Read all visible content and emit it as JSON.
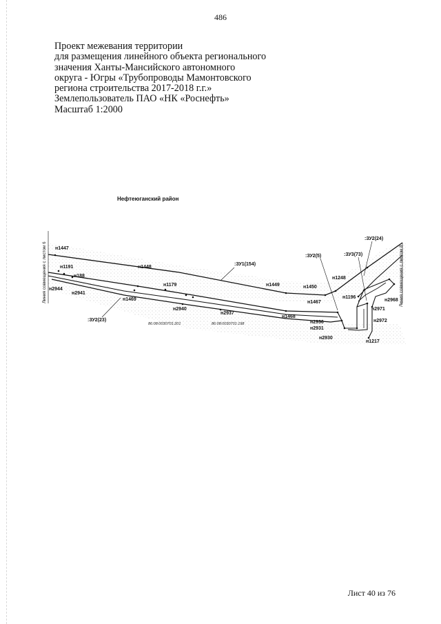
{
  "page_number": "486",
  "header": {
    "lines": [
      "Проект межевания территории",
      "для размещения линейного объекта регионального",
      "значения Ханты-Мансийского автономного",
      "округа - Югры «Трубопроводы Мамонтовского",
      "региона строительства 2017-2018 г.г.»",
      "Землепользователь ПАО «НК «Роснефть»",
      "Масштаб 1:2000"
    ]
  },
  "map": {
    "district": "Нефтеюганский район",
    "left_edge_label": "Линия совмещения с листом 6",
    "right_edge_label": "Линия совмещения с листом 8",
    "parcels": {
      "zu1_154": ":ЗУ1(154)",
      "zu2_23": ":ЗУ2(23)",
      "zu2_5": ":ЗУ2(5)",
      "zu3_73": ":ЗУ3(73)",
      "zu2_24": ":ЗУ2(24)"
    },
    "cadastral": {
      "c1": "86:08:0030701:201",
      "c2": "86:08:0030701:198"
    },
    "points": {
      "n1447": "н1447",
      "n1191": "н1191",
      "n188": "н188",
      "n2944": "н2944",
      "n2941": "н2941",
      "n1448": "н1448",
      "n1179": "н1179",
      "n1469": "н1469",
      "n2940": "н2940",
      "n2937": "н2937",
      "n1449": "н1449",
      "n1450": "н1450",
      "n1468": "н1468",
      "n1467": "н1467",
      "n1248": "н1248",
      "n1196": "н1196",
      "n2936": "н2936",
      "n2931": "н2931",
      "n2930": "н2930",
      "n2968": "н2968",
      "n2971": "н2971",
      "n2972": "н2972",
      "n1217": "н1217"
    }
  },
  "footer": "Лист 40 из 76"
}
